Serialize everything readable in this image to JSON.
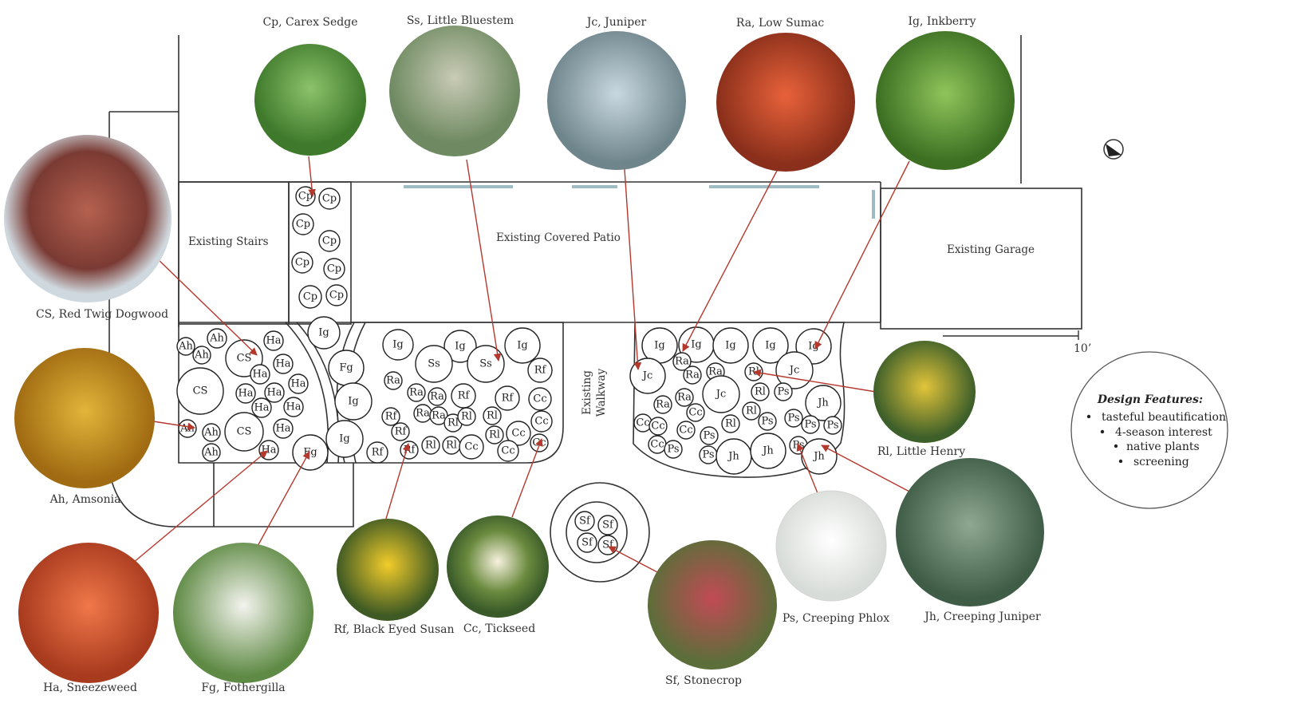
{
  "areas": {
    "stairs": "Existing Stairs",
    "patio": "Existing Covered Patio",
    "garage": "Existing Garage",
    "walkway_line1": "Existing",
    "walkway_line2": "Walkway"
  },
  "scale_label": "10’",
  "plants": {
    "cp": "Cp, Carex Sedge",
    "ss": "Ss, Little Bluestem",
    "jc": "Jc, Juniper",
    "ra": "Ra, Low Sumac",
    "ig": "Ig, Inkberry",
    "cs": "CS, Red Twig Dogwood",
    "ah": "Ah, Amsonia",
    "ha": "Ha, Sneezeweed",
    "fg": "Fg, Fothergilla",
    "rf": "Rf, Black Eyed Susan",
    "cc": "Cc, Tickseed",
    "sf": "Sf, Stonecrop",
    "ps": "Ps, Creeping Phlox",
    "jh": "Jh, Creeping Juniper",
    "rl": "Rl, Little Henry"
  },
  "design_features": {
    "title": "Design Features:",
    "items": [
      "tasteful beautification",
      "4-season interest",
      "native plants",
      "screening"
    ]
  },
  "colors": {
    "arrow": "#b5382c",
    "outline": "#333333",
    "window": "#9fbcc4"
  }
}
